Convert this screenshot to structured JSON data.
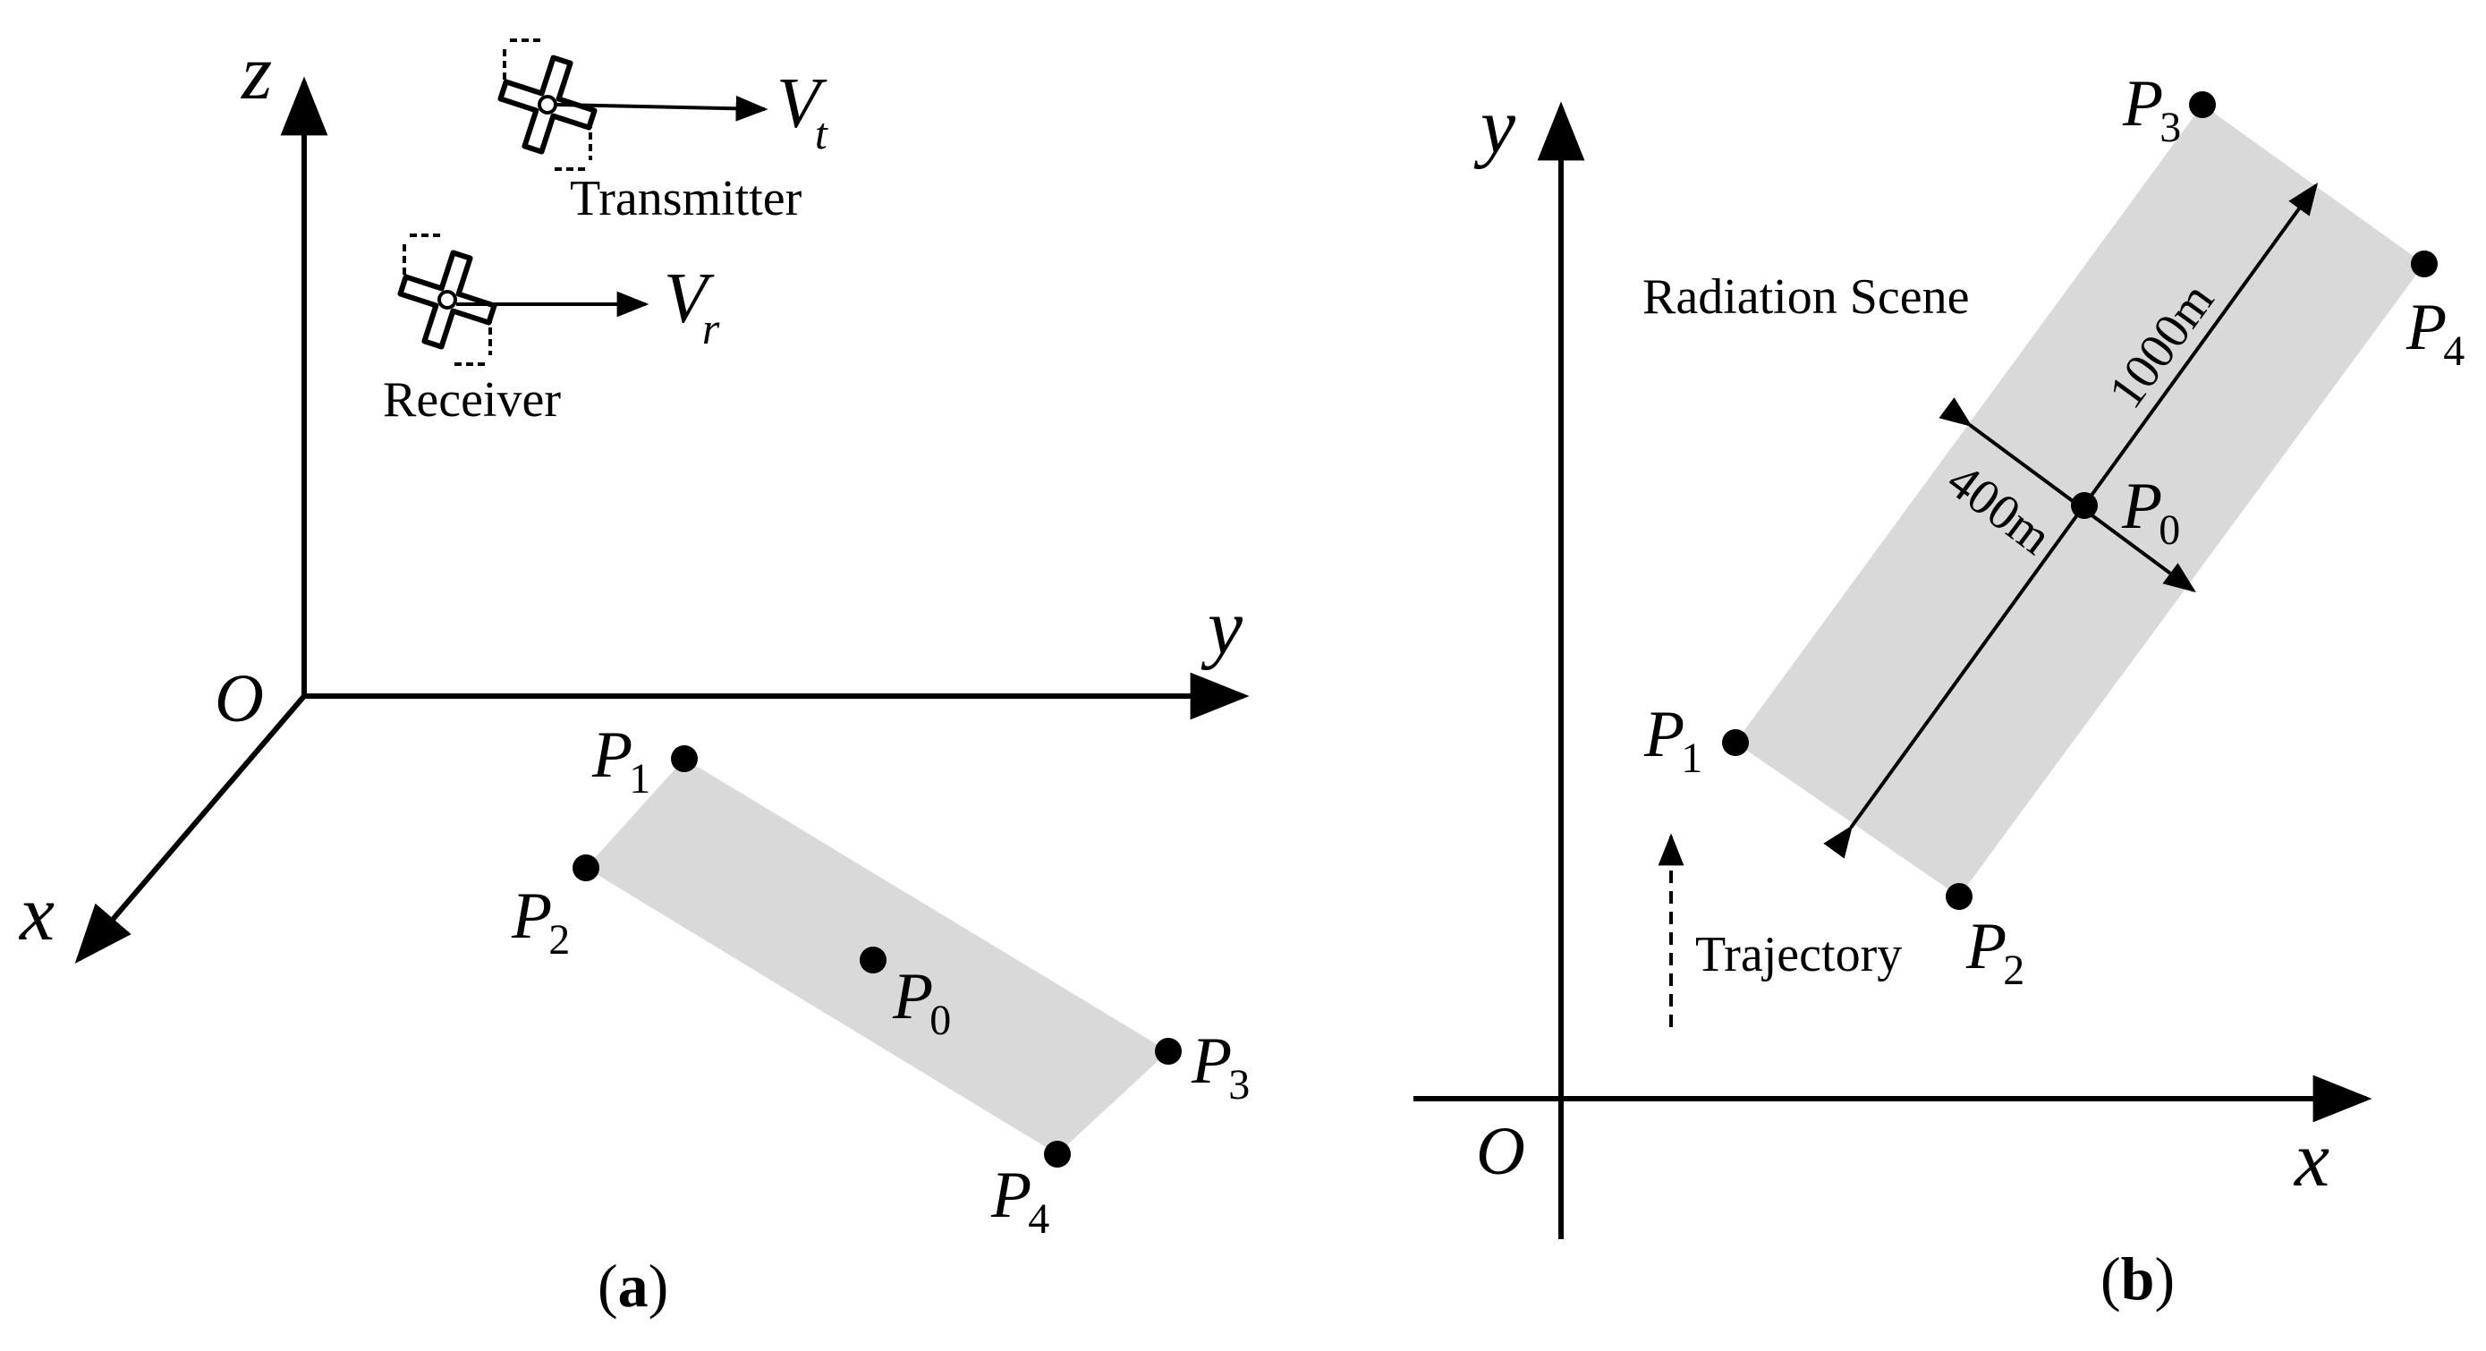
{
  "panel_a": {
    "caption_open": "(",
    "caption_letter": "a",
    "caption_close": ")",
    "axes": {
      "z": "z",
      "y": "y",
      "x": "x",
      "origin": "O"
    },
    "transmitter": {
      "label": "Transmitter",
      "velocity": "V",
      "velocity_sub": "t"
    },
    "receiver": {
      "label": "Receiver",
      "velocity": "V",
      "velocity_sub": "r"
    },
    "points": [
      {
        "main": "P",
        "sub": "1"
      },
      {
        "main": "P",
        "sub": "2"
      },
      {
        "main": "P",
        "sub": "0"
      },
      {
        "main": "P",
        "sub": "3"
      },
      {
        "main": "P",
        "sub": "4"
      }
    ]
  },
  "panel_b": {
    "caption_open": "(",
    "caption_letter": "b",
    "caption_close": ")",
    "axes": {
      "y": "y",
      "x": "x",
      "origin": "O"
    },
    "scene_label": "Radiation Scene",
    "trajectory_label": "Trajectory",
    "length_label": "1000m",
    "width_label": "400m",
    "points": [
      {
        "main": "P",
        "sub": "3"
      },
      {
        "main": "P",
        "sub": "4"
      },
      {
        "main": "P",
        "sub": "0"
      },
      {
        "main": "P",
        "sub": "1"
      },
      {
        "main": "P",
        "sub": "2"
      }
    ]
  },
  "colors": {
    "scene_fill": "#d9d9d9",
    "ink": "#000000"
  }
}
